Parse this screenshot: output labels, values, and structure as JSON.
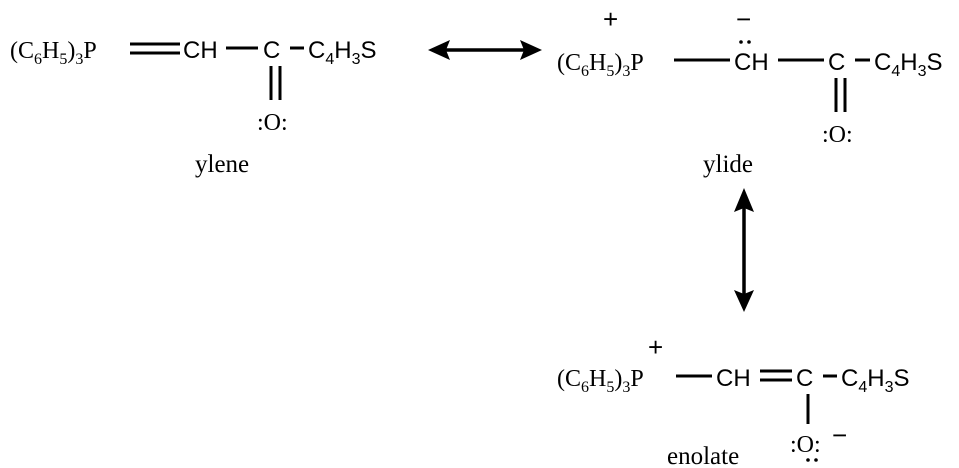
{
  "structures": {
    "ylene": {
      "phosphorus_group": "(C6H5)3P",
      "ch": "CH",
      "carbonyl_c": "C",
      "substituent": "C4H3S",
      "oxygen": ":O:",
      "label": "ylene"
    },
    "ylide": {
      "phosphorus_group": "(C6H5)3P",
      "phosphorus_charge": "+",
      "ch": "CH",
      "carbanion_charge": "−",
      "carbonyl_c": "C",
      "substituent": "C4H3S",
      "oxygen": ":O:",
      "label": "ylide"
    },
    "enolate": {
      "phosphorus_group": "(C6H5)3P",
      "phosphorus_charge": "+",
      "ch": "CH",
      "enol_c": "C",
      "substituent": "C4H3S",
      "oxygen": ":O:",
      "oxygen_charge": "−",
      "label": "enolate"
    }
  }
}
